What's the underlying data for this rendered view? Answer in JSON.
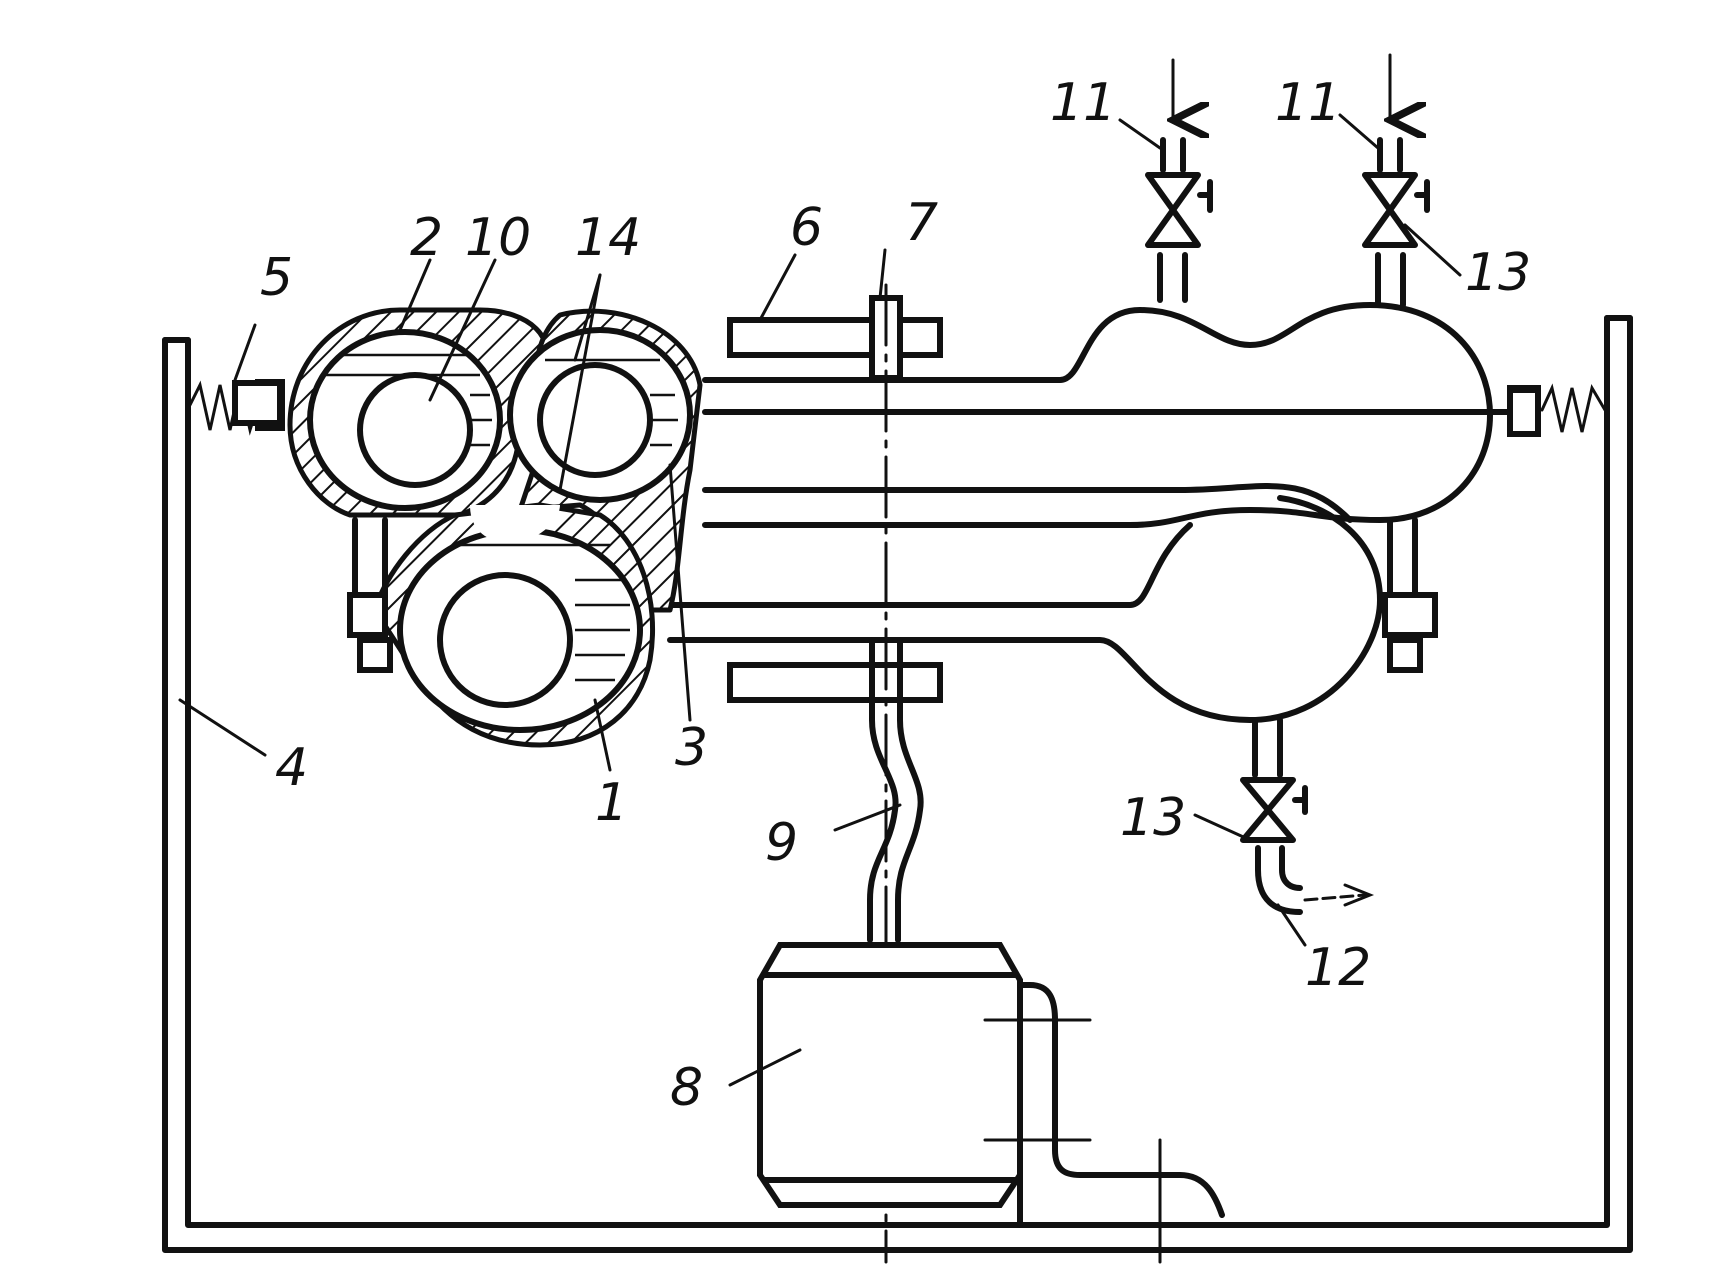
{
  "labels": {
    "l1": "1",
    "l2": "2",
    "l3": "3",
    "l4": "4",
    "l5": "5",
    "l6": "6",
    "l7": "7",
    "l8": "8",
    "l9": "9",
    "l10": "10",
    "l11a": "11",
    "l11b": "11",
    "l12": "12",
    "l13a": "13",
    "l13b": "13",
    "l14": "14"
  }
}
